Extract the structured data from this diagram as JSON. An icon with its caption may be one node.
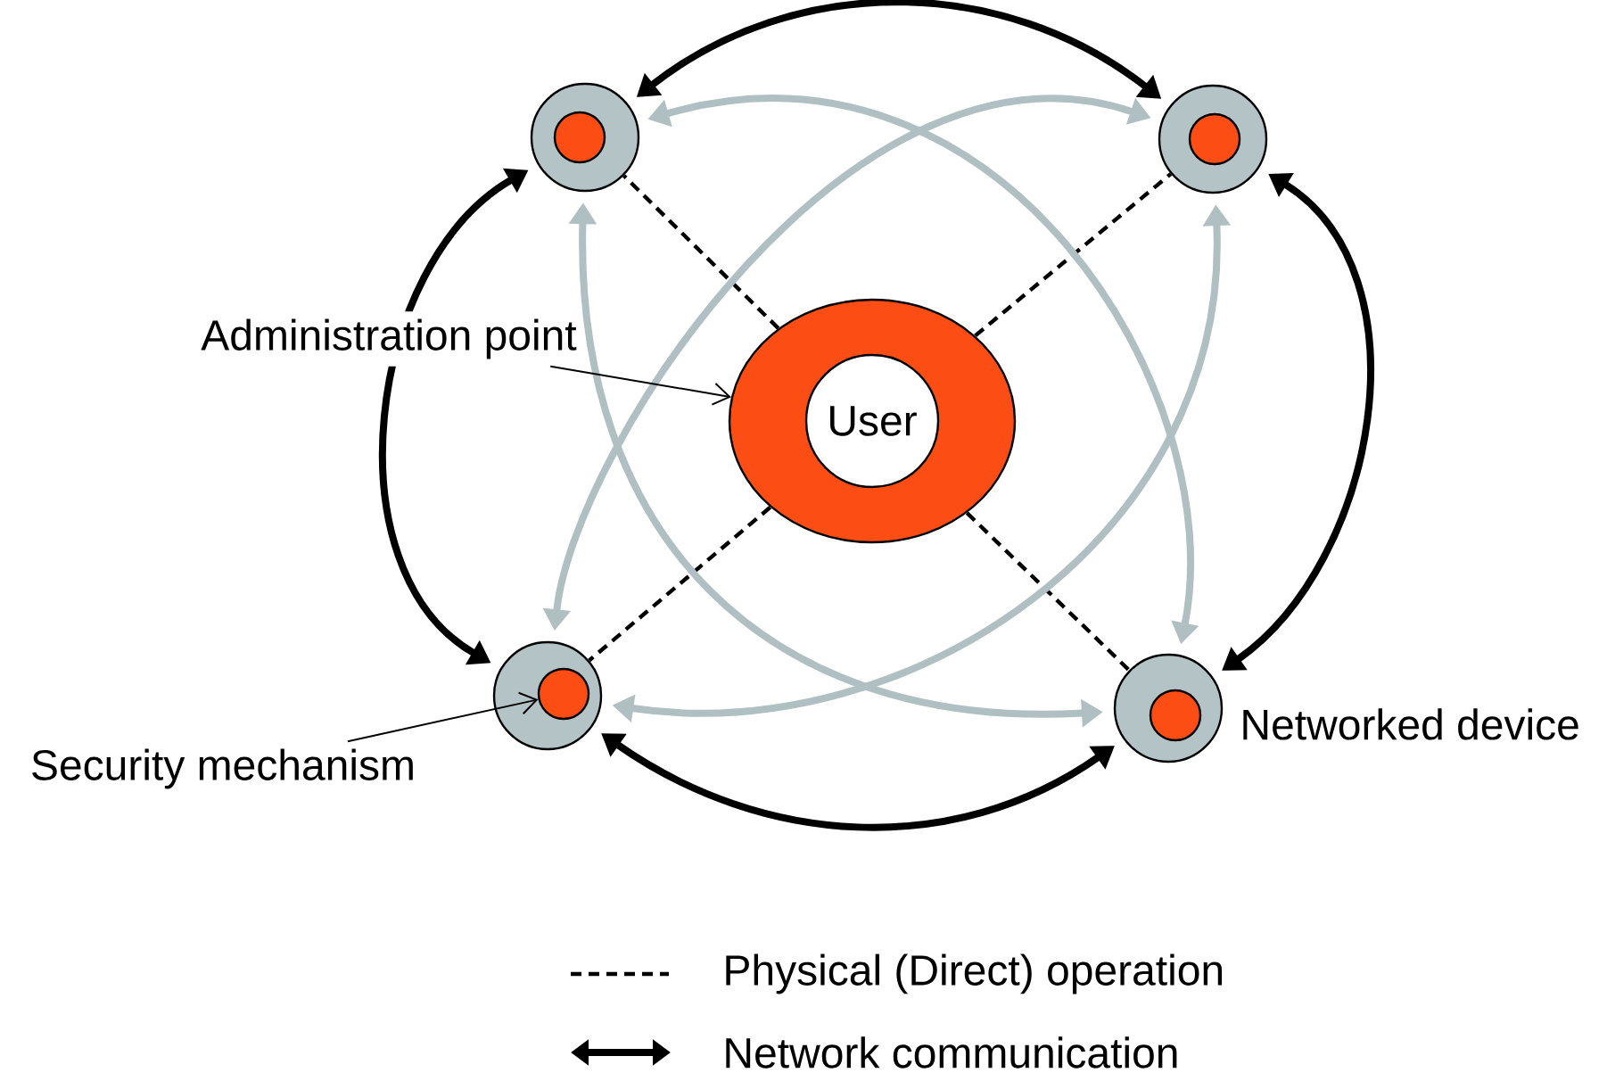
{
  "diagram": {
    "nodes": [
      {
        "text": [],
        "shape": "circle"
      },
      {
        "text": [],
        "shape": "circle",
        "in": 0
      },
      {
        "text": [],
        "shape": "circle"
      },
      {
        "text": [],
        "shape": "circle",
        "in": 2
      },
      {
        "text": [
          "Administration point"
        ]
      },
      {
        "text": [],
        "shape": "circle"
      },
      {
        "text": [
          "User"
        ],
        "in": 5
      },
      {
        "text": [],
        "shape": "circle"
      },
      {
        "text": [],
        "shape": "circle",
        "in": 7
      },
      {
        "text": [
          "Security mechanism"
        ]
      },
      {
        "text": [],
        "shape": "circle",
        "beside": [
          "Networked device"
        ]
      },
      {
        "text": [],
        "shape": "circle",
        "in": 10
      }
    ],
    "edges": [
      {
        "from": 0,
        "to": 2,
        "arrow": "both"
      },
      {
        "from": 2,
        "to": 10,
        "arrow": "both"
      },
      {
        "from": 10,
        "to": 7,
        "arrow": "both"
      },
      {
        "from": 7,
        "to": 0,
        "arrow": "both"
      },
      {
        "from": 5,
        "to": 0,
        "arrow": "none",
        "style": "dashed"
      },
      {
        "from": 5,
        "to": 2,
        "arrow": "none",
        "style": "dashed"
      },
      {
        "from": 5,
        "to": 7,
        "arrow": "none",
        "style": "dashed"
      },
      {
        "from": 5,
        "to": 10,
        "arrow": "none",
        "style": "dashed"
      },
      {
        "from": 0,
        "to": 10,
        "arrow": "both",
        "color": "#b0bfc2"
      },
      {
        "from": 0,
        "to": 10,
        "arrow": "both",
        "color": "#b0bfc2"
      },
      {
        "from": 2,
        "to": 7,
        "arrow": "both",
        "color": "#b0bfc2"
      },
      {
        "from": 2,
        "to": 7,
        "arrow": "both",
        "color": "#b0bfc2"
      },
      {
        "from": 4,
        "to": 5,
        "arrow": "to"
      },
      {
        "from": 9,
        "to": 8,
        "arrow": "to"
      }
    ],
    "legend": [
      {
        "text": "Physical (Direct) operation"
      },
      {
        "text": "Network communication"
      }
    ]
  }
}
